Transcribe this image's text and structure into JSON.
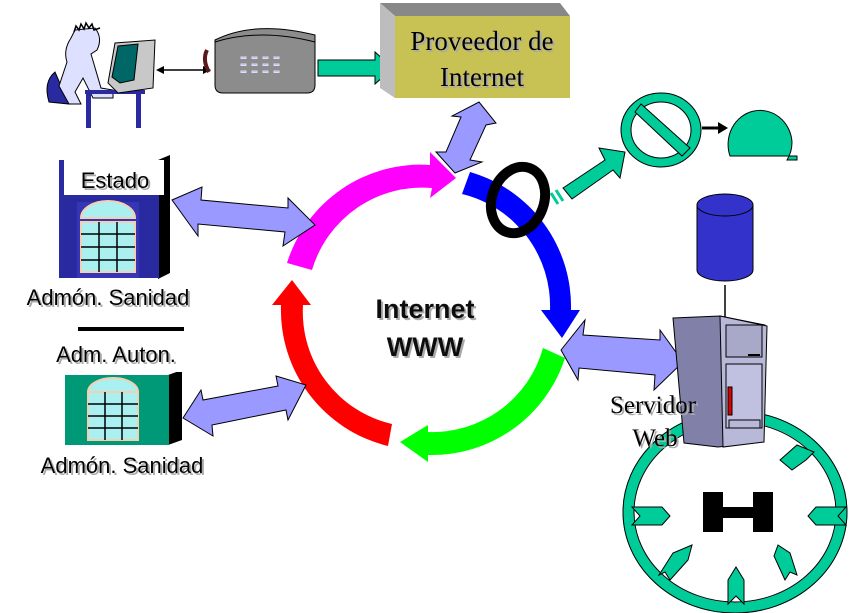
{
  "diagram": {
    "center": {
      "line1": "Internet",
      "line2": "WWW"
    },
    "provider": {
      "line1": "Proveedor de",
      "line2": "Internet"
    },
    "building_top": {
      "tag": "Estado",
      "caption": "Admón. Sanidad"
    },
    "building_bottom": {
      "tag": "Adm. Auton.",
      "caption": "Admón. Sanidad"
    },
    "server": {
      "line1": "Servidor",
      "line2": "Web"
    },
    "hospital_symbol": "H",
    "colors": {
      "ring_magenta": "#ff00ff",
      "ring_blue": "#0000ff",
      "ring_green": "#00ff00",
      "ring_red": "#ff0000",
      "link_arrow": "#9999ff",
      "teal": "#00cc99",
      "provider_box": "#cccc55",
      "building_top": "#333399",
      "building_bottom": "#009977",
      "database": "#3333cc",
      "server_body": "#8080a8"
    }
  }
}
